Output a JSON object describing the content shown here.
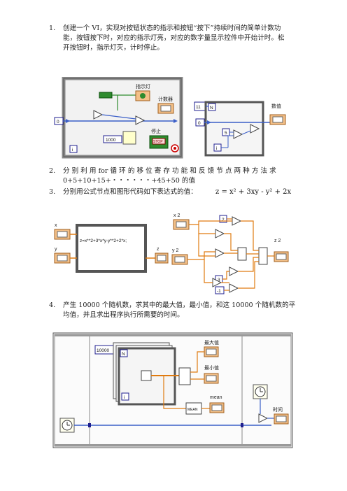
{
  "questions": [
    {
      "num": "1.",
      "lines": [
        "创建一个 VI，实现对按钮状态的指示和按钮“按下”持续时间的简单计数功",
        "能，按钮按下时，对应的指示灯亮，对应的数字量显示控件中开始计时。松",
        "开按钮时，指示灯灭，计时停止。"
      ]
    },
    {
      "num": "2.",
      "lines": [
        "分 别 利 用  for  循 环 的 移 位 寄 存 功 能 和 反 馈 节 点 两 种 方 法 求",
        "0+5+10+15+・・・・・・+45+50 的值"
      ]
    },
    {
      "num": "3.",
      "lines": [
        "分别用公式节点和图形代码如下表达式的值："
      ]
    },
    {
      "num": "4.",
      "lines": [
        "产生 10000 个随机数，求其中的最大值，最小值，和这 10000 个随机数的平",
        "均值，并且求出程序执行所需要的时间。"
      ]
    }
  ],
  "formula": "z = x² + 3xy - y² + 2x",
  "diagram1": {
    "indicator": "指示灯",
    "counter": "计数器",
    "stop": "停止",
    "const_1000": "1000",
    "const_0": "0",
    "iter": "i",
    "stop_btn": "STOP"
  },
  "diagram2": {
    "count": "11",
    "n": "N",
    "const_0": "0",
    "const_5": "5",
    "iter": "i",
    "output": "数值"
  },
  "diagram3": {
    "x": "x",
    "y": "y",
    "z": "z",
    "expr": "z=x**2+3*x*y-y**2+2*x;",
    "x2": "x 2",
    "y2": "y 2",
    "z2": "z 2",
    "c2": "2",
    "c3": "3",
    "cm1": "-1"
  },
  "diagram4": {
    "count": "10000",
    "n": "N",
    "iter": "i",
    "max": "最大值",
    "min": "最小值",
    "mean": "mean",
    "mean_node": "MEAN",
    "time": "时间"
  },
  "colors": {
    "frame": "#1f1f8f",
    "wire_orange": "#e07b10",
    "wire_blue": "#3b5fc8",
    "wire_green": "#2e8b2e",
    "terminal": "#f4c088"
  }
}
